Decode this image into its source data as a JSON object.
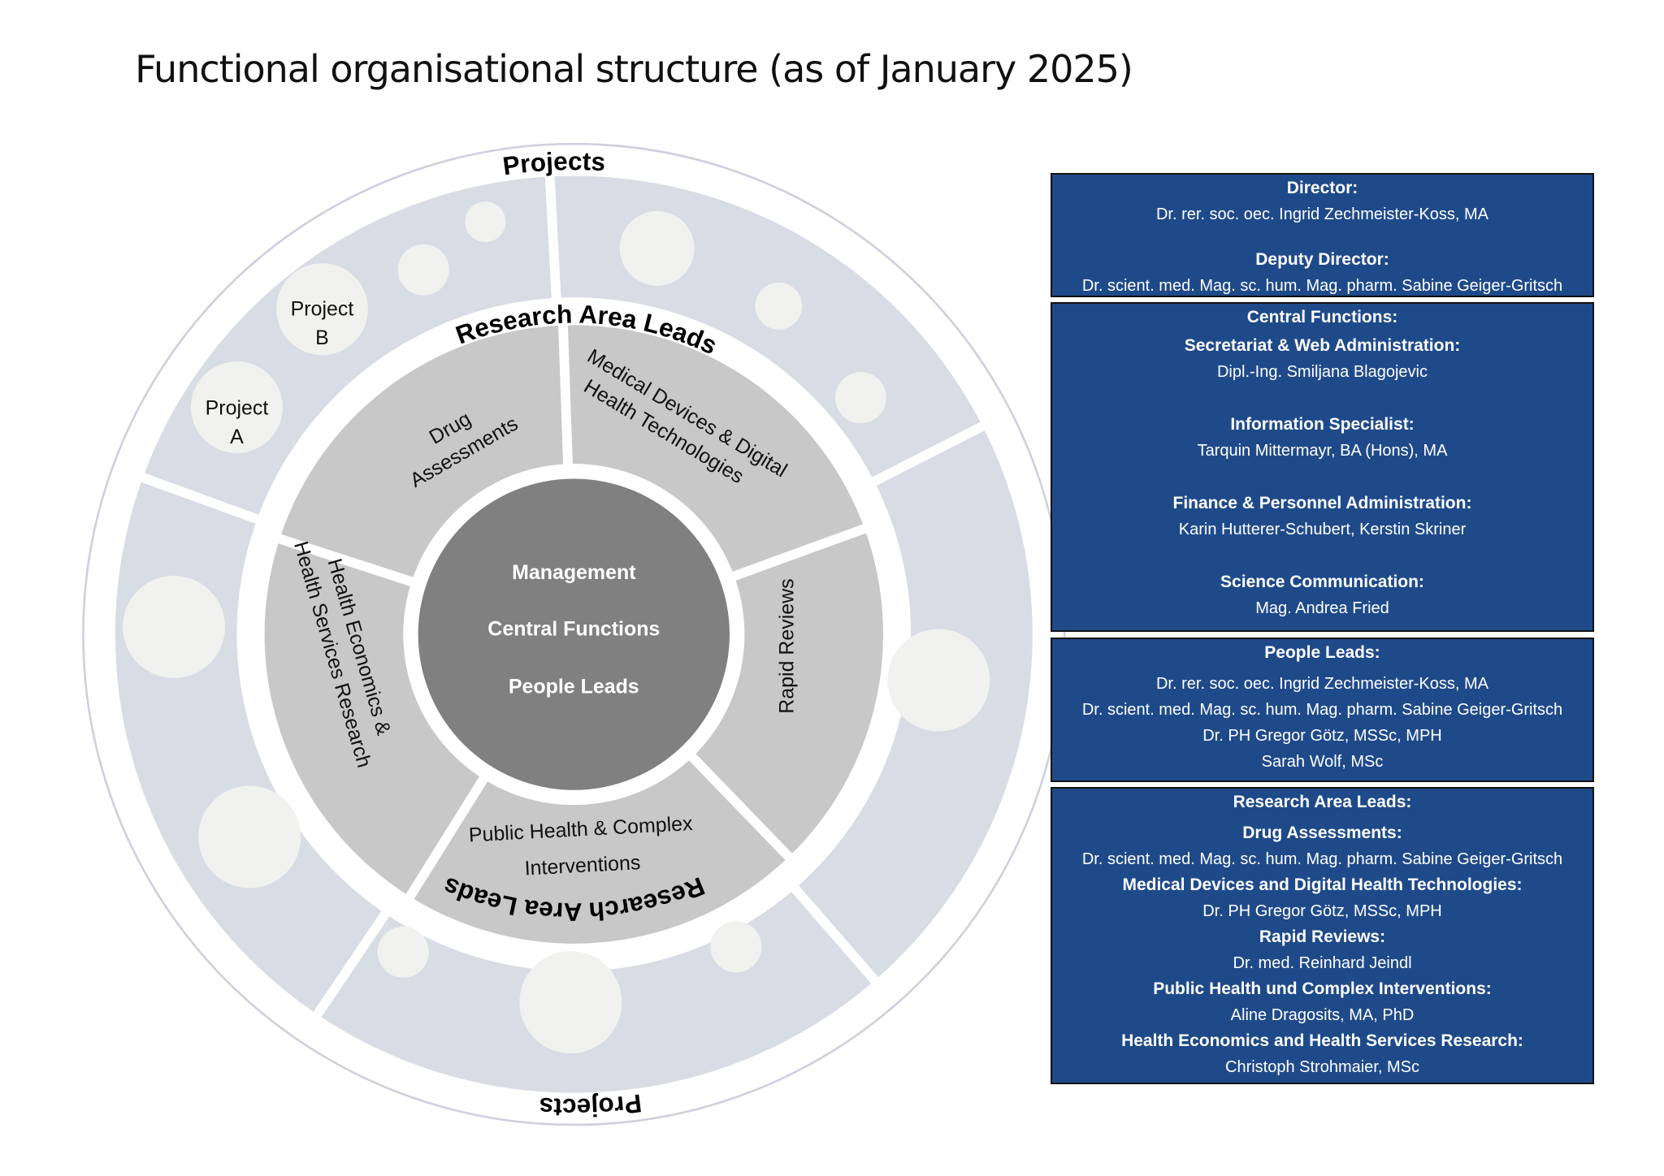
{
  "title": "Functional organisational structure (as of January 2025)",
  "colors": {
    "box_bg": "#1f4a8a",
    "band": "#d8dce4",
    "sector": "#c8c8c8",
    "core": "#7f807f",
    "bubble": "#f1f1ef"
  },
  "diagram": {
    "projects_label": "Projects",
    "research_area_leads_label": "Research Area Leads",
    "core": [
      "Management",
      "Central Functions",
      "People Leads"
    ],
    "sectors": {
      "drug": [
        "Drug",
        "Assessments"
      ],
      "medical": [
        "Medical Devices & Digital",
        "Health Technologies"
      ],
      "rapid": [
        "Rapid Reviews"
      ],
      "public": [
        "Public Health & Complex",
        "Interventions"
      ],
      "health_econ": [
        "Health Economics &",
        "Health Services Research"
      ]
    },
    "projects": [
      "Project",
      "B",
      "Project",
      "A"
    ]
  },
  "boxes": {
    "director": {
      "heading": "Director:",
      "name": "Dr. rer. soc. oec. Ingrid Zechmeister-Koss, MA",
      "deputy_heading": "Deputy Director:",
      "deputy_name": "Dr. scient. med. Mag. sc. hum. Mag. pharm. Sabine Geiger-Gritsch"
    },
    "central": {
      "heading": "Central Functions:",
      "items": [
        {
          "role": "Secretariat & Web Administration:",
          "name": "Dipl.-Ing. Smiljana Blagojevic"
        },
        {
          "role": "Information Specialist:",
          "name": "Tarquin Mittermayr, BA (Hons), MA"
        },
        {
          "role": "Finance & Personnel Administration:",
          "name": "Karin Hutterer-Schubert, Kerstin Skriner"
        },
        {
          "role": "Science Communication:",
          "name": "Mag. Andrea Fried"
        }
      ]
    },
    "people": {
      "heading": "People Leads:",
      "names": [
        "Dr. rer. soc. oec. Ingrid Zechmeister-Koss, MA",
        "Dr. scient. med. Mag. sc. hum. Mag. pharm. Sabine Geiger-Gritsch",
        "Dr. PH Gregor Götz, MSSc, MPH",
        "Sarah Wolf, MSc"
      ]
    },
    "research": {
      "heading": "Research Area Leads:",
      "items": [
        {
          "role": "Drug Assessments:",
          "name": "Dr. scient. med. Mag. sc. hum. Mag. pharm. Sabine Geiger-Gritsch"
        },
        {
          "role": "Medical Devices and Digital Health Technologies:",
          "name": "Dr. PH Gregor Götz, MSSc, MPH"
        },
        {
          "role": "Rapid Reviews:",
          "name": "Dr. med. Reinhard Jeindl"
        },
        {
          "role": "Public Health und Complex Interventions:",
          "name": "Aline Dragosits, MA, PhD"
        },
        {
          "role": "Health Economics and Health Services Research:",
          "name": "Christoph Strohmaier, MSc"
        }
      ]
    }
  }
}
